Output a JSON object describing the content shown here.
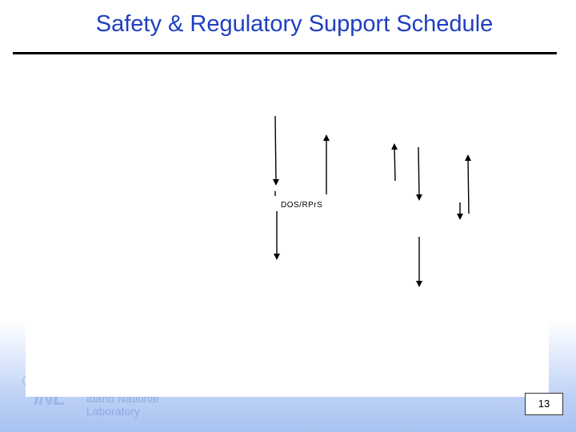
{
  "slide": {
    "title": "Safety & Regulatory Support Schedule",
    "page_number": "13"
  },
  "diagram": {
    "label": "DOS/RPrS"
  },
  "logo": {
    "mark": "INL",
    "text": "Idaho National Laboratory"
  },
  "colors": {
    "title": "#1f3fc0",
    "rule": "#000000",
    "background_gradient": "#a9c2f0"
  }
}
